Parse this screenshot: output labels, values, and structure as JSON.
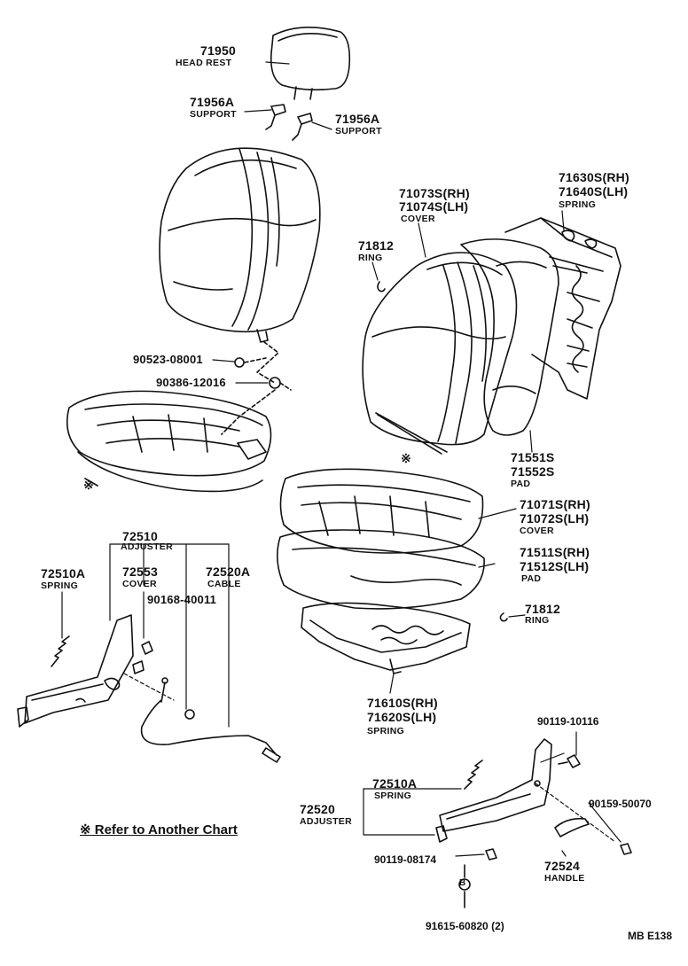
{
  "parts": {
    "head_rest": {
      "number": "71950",
      "name": "HEAD REST"
    },
    "support_a": {
      "number": "71956A",
      "name": "SUPPORT"
    },
    "support_b": {
      "number": "71956A",
      "name": "SUPPORT"
    },
    "spring_frame": {
      "number_rh": "71630S(RH)",
      "number_lh": "71640S(LH)",
      "name": "SPRING"
    },
    "back_cover": {
      "number_rh": "71073S(RH)",
      "number_lh": "71074S(LH)",
      "name": "COVER"
    },
    "ring_upper": {
      "number": "71812",
      "name": "RING"
    },
    "bolt_1": {
      "number": "90523-08001"
    },
    "bolt_2": {
      "number": "90386-12016"
    },
    "back_pad": {
      "number_rh": "71551S",
      "number_lh": "71552S",
      "name": "PAD"
    },
    "cushion_cover": {
      "number_rh": "71071S(RH)",
      "number_lh": "71072S(LH)",
      "name": "COVER"
    },
    "cushion_pad": {
      "number_rh": "71511S(RH)",
      "number_lh": "71512S(LH)",
      "name": "PAD"
    },
    "ring_lower": {
      "number": "71812",
      "name": "RING"
    },
    "cushion_spring": {
      "number_rh": "71610S(RH)",
      "number_lh": "71620S(LH)",
      "name": "SPRING"
    },
    "adjuster_left": {
      "number": "72510",
      "name": "ADJUSTER"
    },
    "adjuster_spring_left": {
      "number": "72510A",
      "name": "SPRING"
    },
    "adjuster_cover": {
      "number": "72553",
      "name": "COVER"
    },
    "adjuster_cable": {
      "number": "72520A",
      "name": "CABLE"
    },
    "screw_left": {
      "number": "90168-40011"
    },
    "bolt_right_top": {
      "number": "90119-10116"
    },
    "adjuster_spring_right": {
      "number": "72510A",
      "name": "SPRING"
    },
    "adjuster_right": {
      "number": "72520",
      "name": "ADJUSTER"
    },
    "bolt_handle": {
      "number": "90159-50070"
    },
    "handle": {
      "number": "72524",
      "name": "HANDLE"
    },
    "bolt_bottom": {
      "number": "90119-08174"
    },
    "washer": {
      "number": "91615-60820 (2)",
      "symbol": "B"
    }
  },
  "note": "※ Refer to Another Chart",
  "ref_mark": "※",
  "footer_code": "MB  E138"
}
